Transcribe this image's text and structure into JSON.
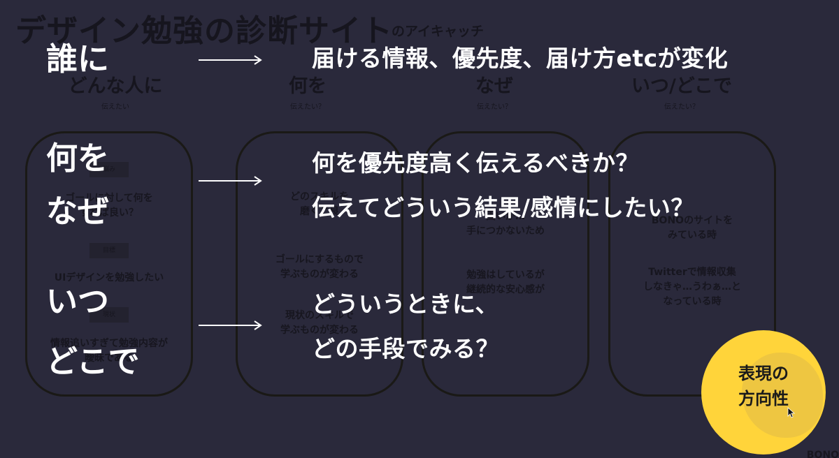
{
  "background": {
    "title": "デザイン勉強の診断サイト",
    "subtitle": "のアイキャッチ",
    "columns": [
      {
        "heading": "どんな人に",
        "sub": "伝えたい"
      },
      {
        "heading": "何を",
        "sub": "伝えたい？"
      },
      {
        "heading": "なぜ",
        "sub": "伝えたい？"
      },
      {
        "heading": "いつ/どこで",
        "sub": "伝えたい？"
      }
    ],
    "card1": {
      "tag1": "悩み",
      "text1": "ゴールに対して何を\nすれば良い？",
      "tag2": "目標",
      "text2": "UIデザインを勉強したい",
      "tag3": "現状",
      "text3": "情報追いすぎて勉強内容が\n曖昧である"
    },
    "card2": {
      "text1": "どのスキルを\n磨くと良",
      "text2": "ゴールにするもので\n学ぶものが変わる",
      "text3": "現状のスキルで\n学ぶものが変わる"
    },
    "card3": {
      "text1": "固いが…\n手につかないため",
      "text2": "勉強はしているが\n継続的な安心感が"
    },
    "card4": {
      "text1": "BONOのサイトを\nみている時",
      "text2": "Twitterで情報収集\nしなきゃ…うわぁ…と\nなっている時"
    },
    "corner": "BONO"
  },
  "overlay": {
    "row1_label": "誰に",
    "row1_desc": "届ける情報、優先度、届け方etcが変化",
    "row2_label": "何を",
    "row2_desc": "何を優先度高く伝えるべきか？",
    "row3_label": "なぜ",
    "row3_desc": "伝えてどういう結果/感情にしたい？",
    "row4_label": "いつ",
    "row4_desc": "どういうときに、",
    "row5_label": "どこで",
    "row5_desc": "どの手段でみる？"
  },
  "badge": {
    "line1": "表現の",
    "line2": "方向性"
  },
  "icons": {
    "arrow": "right-arrow-icon",
    "cursor": "mouse-cursor-icon"
  },
  "colors": {
    "background": "#2a293b",
    "overlay_text": "#ffffff",
    "badge": "#ffd43a"
  }
}
